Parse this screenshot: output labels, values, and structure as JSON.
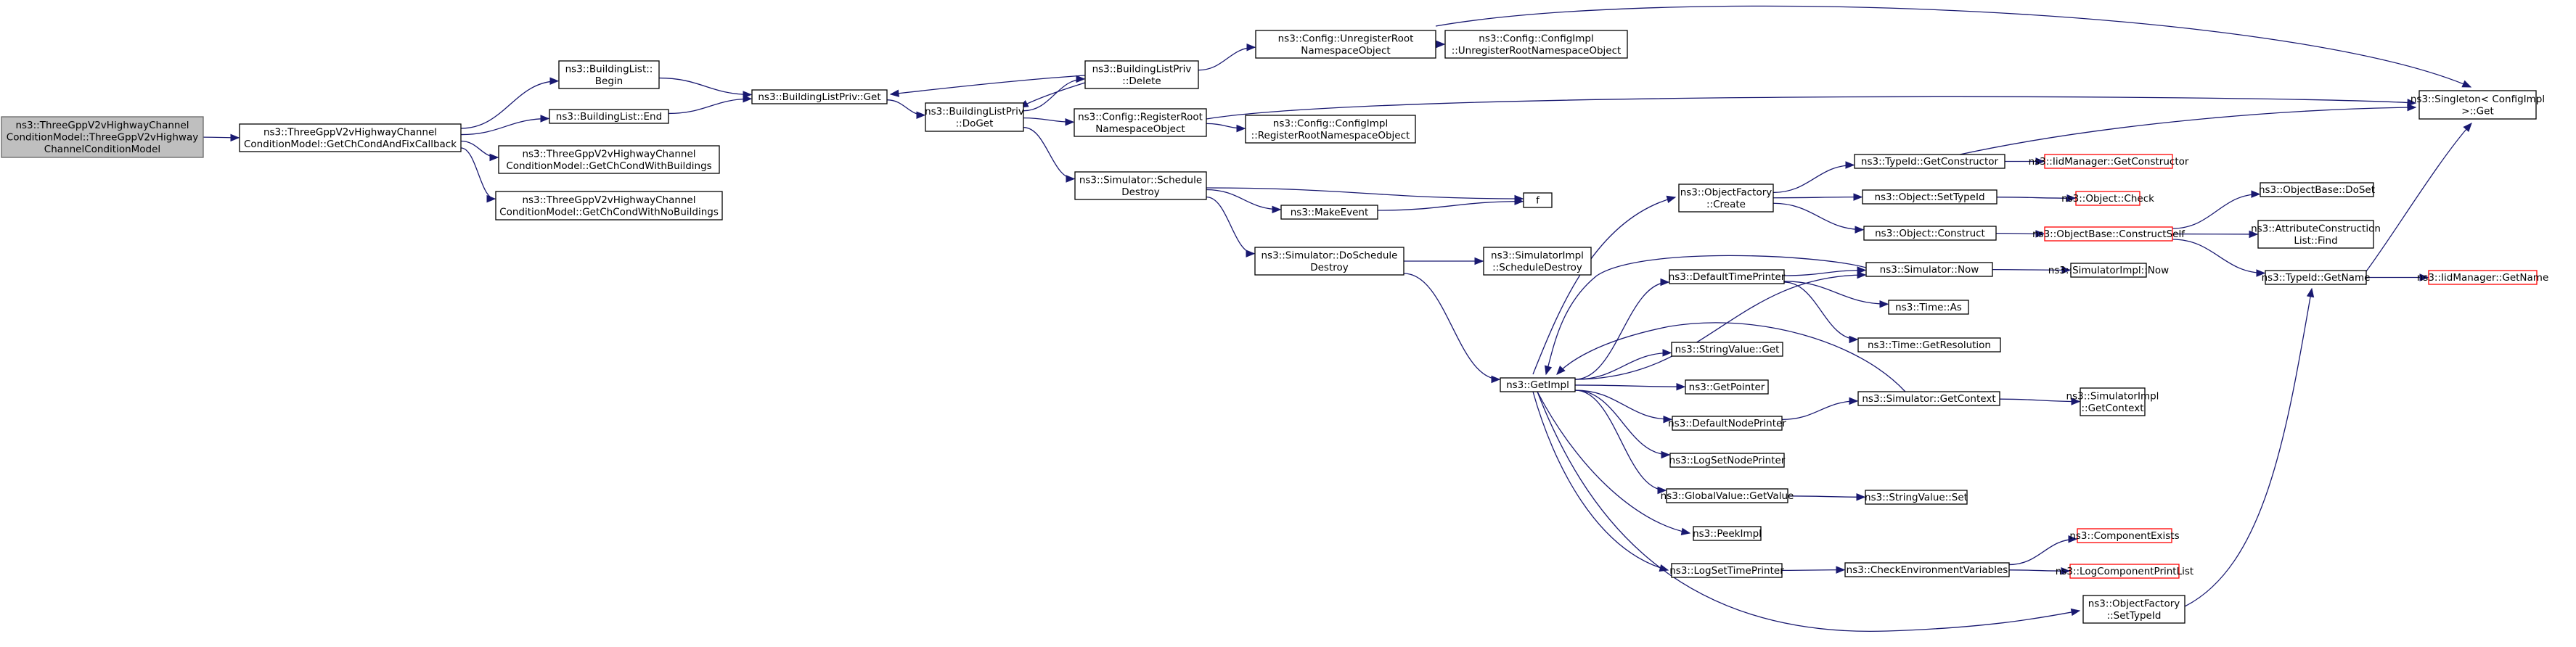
{
  "nodes": [
    {
      "id": "root",
      "lines": [
        "ns3::ThreeGppV2vHighwayChannel",
        "ConditionModel::ThreeGppV2vHighway",
        "ChannelConditionModel"
      ],
      "root": true
    },
    {
      "id": "getchcond",
      "lines": [
        "ns3::ThreeGppV2vHighwayChannel",
        "ConditionModel::GetChCondAndFixCallback"
      ]
    },
    {
      "id": "bl_begin",
      "lines": [
        "ns3::BuildingList::",
        "Begin"
      ]
    },
    {
      "id": "bl_end",
      "lines": [
        "ns3::BuildingList::End"
      ]
    },
    {
      "id": "gccwb",
      "lines": [
        "ns3::ThreeGppV2vHighwayChannel",
        "ConditionModel::GetChCondWithBuildings"
      ]
    },
    {
      "id": "gccwnb",
      "lines": [
        "ns3::ThreeGppV2vHighwayChannel",
        "ConditionModel::GetChCondWithNoBuildings"
      ]
    },
    {
      "id": "blp_get",
      "lines": [
        "ns3::BuildingListPriv::Get"
      ]
    },
    {
      "id": "blp_doget",
      "lines": [
        "ns3::BuildingListPriv",
        "::DoGet"
      ]
    },
    {
      "id": "blp_delete",
      "lines": [
        "ns3::BuildingListPriv",
        "::Delete"
      ]
    },
    {
      "id": "cfg_unreg",
      "lines": [
        "ns3::Config::UnregisterRoot",
        "NamespaceObject"
      ]
    },
    {
      "id": "cfgimpl_unreg",
      "lines": [
        "ns3::Config::ConfigImpl",
        "::UnregisterRootNamespaceObject"
      ]
    },
    {
      "id": "cfg_reg",
      "lines": [
        "ns3::Config::RegisterRoot",
        "NamespaceObject"
      ]
    },
    {
      "id": "cfgimpl_reg",
      "lines": [
        "ns3::Config::ConfigImpl",
        "::RegisterRootNamespaceObject"
      ]
    },
    {
      "id": "sim_schedule_destroy",
      "lines": [
        "ns3::Simulator::Schedule",
        "Destroy"
      ]
    },
    {
      "id": "makeevent",
      "lines": [
        "ns3::MakeEvent"
      ]
    },
    {
      "id": "f",
      "lines": [
        "f"
      ]
    },
    {
      "id": "sim_doschedule",
      "lines": [
        "ns3::Simulator::DoSchedule",
        "Destroy"
      ]
    },
    {
      "id": "simimpl_sched",
      "lines": [
        "ns3::SimulatorImpl",
        "::ScheduleDestroy"
      ]
    },
    {
      "id": "getimpl",
      "lines": [
        "ns3::GetImpl"
      ]
    },
    {
      "id": "singleton",
      "lines": [
        "ns3::Singleton< ConfigImpl",
        " >::Get"
      ]
    },
    {
      "id": "objfactory_create",
      "lines": [
        "ns3::ObjectFactory",
        "::Create"
      ]
    },
    {
      "id": "typeid_getctor",
      "lines": [
        "ns3::TypeId::GetConstructor"
      ]
    },
    {
      "id": "iidmgr_getctor",
      "lines": [
        "ns3::IidManager::GetConstructor"
      ],
      "truncated": true
    },
    {
      "id": "obj_settypeid",
      "lines": [
        "ns3::Object::SetTypeId"
      ]
    },
    {
      "id": "obj_check",
      "lines": [
        "ns3::Object::Check"
      ],
      "truncated": true
    },
    {
      "id": "obj_construct",
      "lines": [
        "ns3::Object::Construct"
      ]
    },
    {
      "id": "objbase_constructself",
      "lines": [
        "ns3::ObjectBase::ConstructSelf"
      ],
      "truncated": true
    },
    {
      "id": "objbase_doset",
      "lines": [
        "ns3::ObjectBase::DoSet"
      ]
    },
    {
      "id": "attrcons_find",
      "lines": [
        "ns3::AttributeConstruction",
        "List::Find"
      ]
    },
    {
      "id": "typeid_getname",
      "lines": [
        "ns3::TypeId::GetName"
      ]
    },
    {
      "id": "iidmgr_getname",
      "lines": [
        "ns3::IidManager::GetName"
      ],
      "truncated": true
    },
    {
      "id": "default_time_printer",
      "lines": [
        "ns3::DefaultTimePrinter"
      ]
    },
    {
      "id": "sim_now",
      "lines": [
        "ns3::Simulator::Now"
      ]
    },
    {
      "id": "simimpl_now",
      "lines": [
        "ns3::SimulatorImpl::Now"
      ]
    },
    {
      "id": "time_as",
      "lines": [
        "ns3::Time::As"
      ]
    },
    {
      "id": "time_getres",
      "lines": [
        "ns3::Time::GetResolution"
      ]
    },
    {
      "id": "stringvalue_get",
      "lines": [
        "ns3::StringValue::Get"
      ]
    },
    {
      "id": "getpointer",
      "lines": [
        "ns3::GetPointer"
      ]
    },
    {
      "id": "default_node_printer",
      "lines": [
        "ns3::DefaultNodePrinter"
      ]
    },
    {
      "id": "sim_getcontext",
      "lines": [
        "ns3::Simulator::GetContext"
      ]
    },
    {
      "id": "simimpl_getcontext",
      "lines": [
        "ns3::SimulatorImpl",
        "::GetContext"
      ]
    },
    {
      "id": "logsetnodeprinter",
      "lines": [
        "ns3::LogSetNodePrinter"
      ]
    },
    {
      "id": "globalvalue_getvalue",
      "lines": [
        "ns3::GlobalValue::GetValue"
      ]
    },
    {
      "id": "stringvalue_set",
      "lines": [
        "ns3::StringValue::Set"
      ]
    },
    {
      "id": "peekimpl",
      "lines": [
        "ns3::PeekImpl"
      ]
    },
    {
      "id": "logsettimeprinter",
      "lines": [
        "ns3::LogSetTimePrinter"
      ]
    },
    {
      "id": "checkenv",
      "lines": [
        "ns3::CheckEnvironmentVariables"
      ]
    },
    {
      "id": "componentexists",
      "lines": [
        "ns3::ComponentExists"
      ],
      "truncated": true
    },
    {
      "id": "logcompprintlist",
      "lines": [
        "ns3::LogComponentPrintList"
      ],
      "truncated": true
    },
    {
      "id": "objfactory_settypeid",
      "lines": [
        "ns3::ObjectFactory",
        "::SetTypeId"
      ]
    }
  ],
  "edges": [
    [
      "root",
      "getchcond"
    ],
    [
      "getchcond",
      "bl_begin"
    ],
    [
      "getchcond",
      "bl_end"
    ],
    [
      "getchcond",
      "gccwb"
    ],
    [
      "getchcond",
      "gccwnb"
    ],
    [
      "bl_begin",
      "blp_get"
    ],
    [
      "bl_end",
      "blp_get"
    ],
    [
      "blp_get",
      "blp_doget"
    ],
    [
      "blp_doget",
      "blp_delete"
    ],
    [
      "blp_doget",
      "cfg_reg"
    ],
    [
      "blp_doget",
      "sim_schedule_destroy"
    ],
    [
      "blp_delete",
      "blp_get"
    ],
    [
      "blp_delete",
      "blp_doget"
    ],
    [
      "blp_delete",
      "cfg_unreg"
    ],
    [
      "cfg_unreg",
      "cfgimpl_unreg"
    ],
    [
      "cfg_unreg",
      "singleton"
    ],
    [
      "cfg_reg",
      "cfgimpl_reg"
    ],
    [
      "cfg_reg",
      "singleton"
    ],
    [
      "sim_schedule_destroy",
      "f"
    ],
    [
      "sim_schedule_destroy",
      "makeevent"
    ],
    [
      "sim_schedule_destroy",
      "sim_doschedule"
    ],
    [
      "makeevent",
      "f"
    ],
    [
      "sim_doschedule",
      "simimpl_sched"
    ],
    [
      "sim_doschedule",
      "getimpl"
    ],
    [
      "getimpl",
      "objfactory_create"
    ],
    [
      "getimpl",
      "default_time_printer"
    ],
    [
      "getimpl",
      "sim_now"
    ],
    [
      "getimpl",
      "stringvalue_get"
    ],
    [
      "getimpl",
      "getpointer"
    ],
    [
      "getimpl",
      "default_node_printer"
    ],
    [
      "getimpl",
      "logsetnodeprinter"
    ],
    [
      "getimpl",
      "globalvalue_getvalue"
    ],
    [
      "getimpl",
      "peekimpl"
    ],
    [
      "getimpl",
      "logsettimeprinter"
    ],
    [
      "getimpl",
      "objfactory_settypeid"
    ],
    [
      "objfactory_create",
      "typeid_getctor"
    ],
    [
      "objfactory_create",
      "obj_settypeid"
    ],
    [
      "objfactory_create",
      "obj_construct"
    ],
    [
      "typeid_getctor",
      "iidmgr_getctor"
    ],
    [
      "typeid_getctor",
      "singleton"
    ],
    [
      "obj_settypeid",
      "obj_check"
    ],
    [
      "obj_construct",
      "objbase_constructself"
    ],
    [
      "objbase_constructself",
      "objbase_doset"
    ],
    [
      "objbase_constructself",
      "attrcons_find"
    ],
    [
      "objbase_constructself",
      "typeid_getname"
    ],
    [
      "typeid_getname",
      "iidmgr_getname"
    ],
    [
      "typeid_getname",
      "singleton"
    ],
    [
      "default_time_printer",
      "sim_now"
    ],
    [
      "default_time_printer",
      "time_as"
    ],
    [
      "default_time_printer",
      "time_getres"
    ],
    [
      "sim_now",
      "getimpl"
    ],
    [
      "sim_now",
      "simimpl_now"
    ],
    [
      "default_node_printer",
      "sim_getcontext"
    ],
    [
      "sim_getcontext",
      "getimpl"
    ],
    [
      "sim_getcontext",
      "simimpl_getcontext"
    ],
    [
      "globalvalue_getvalue",
      "stringvalue_set"
    ],
    [
      "logsettimeprinter",
      "checkenv"
    ],
    [
      "checkenv",
      "componentexists"
    ],
    [
      "checkenv",
      "logcompprintlist"
    ],
    [
      "objfactory_settypeid",
      "typeid_getname"
    ]
  ],
  "colors": {
    "edge": "#191970",
    "root_fill": "#bfbfbf",
    "root_stroke": "#666666",
    "node_stroke": "#000000",
    "truncated_stroke": "#ff0000"
  }
}
